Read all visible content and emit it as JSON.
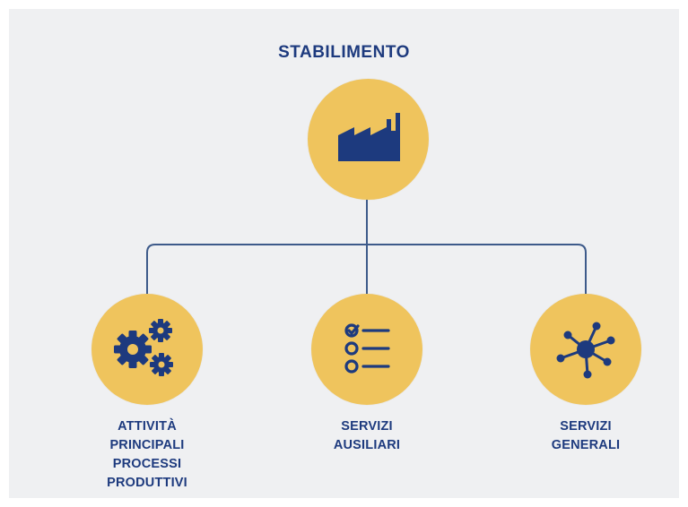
{
  "diagram": {
    "root": {
      "label": "STABILIMENTO",
      "icon": "factory-icon"
    },
    "children": [
      {
        "label_lines": [
          "ATTIVITÀ",
          "PRINCIPALI",
          "PROCESSI",
          "PRODUTTIVI"
        ],
        "icon": "gears-icon"
      },
      {
        "label_lines": [
          "SERVIZI",
          "AUSILIARI"
        ],
        "icon": "checklist-icon"
      },
      {
        "label_lines": [
          "SERVIZI",
          "GENERALI"
        ],
        "icon": "network-hub-icon"
      }
    ],
    "colors": {
      "background": "#eff0f2",
      "circle": "#efc45d",
      "ink": "#1d3a7e",
      "connector": "#3d5a8a"
    }
  }
}
